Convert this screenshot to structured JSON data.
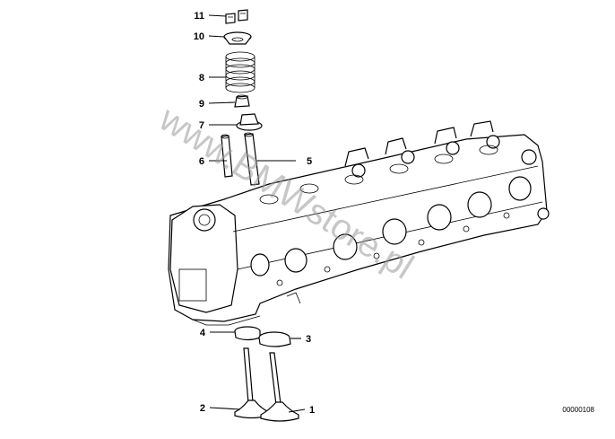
{
  "diagram": {
    "reference_number": "00000108",
    "watermark": "www.BMWstore.pl",
    "callouts": [
      {
        "id": "11",
        "label": "11"
      },
      {
        "id": "10",
        "label": "10"
      },
      {
        "id": "8",
        "label": "8"
      },
      {
        "id": "9",
        "label": "9"
      },
      {
        "id": "7",
        "label": "7"
      },
      {
        "id": "6",
        "label": "6"
      },
      {
        "id": "5",
        "label": "5"
      },
      {
        "id": "4",
        "label": "4"
      },
      {
        "id": "3",
        "label": "3"
      },
      {
        "id": "2",
        "label": "2"
      },
      {
        "id": "1",
        "label": "1"
      }
    ]
  }
}
